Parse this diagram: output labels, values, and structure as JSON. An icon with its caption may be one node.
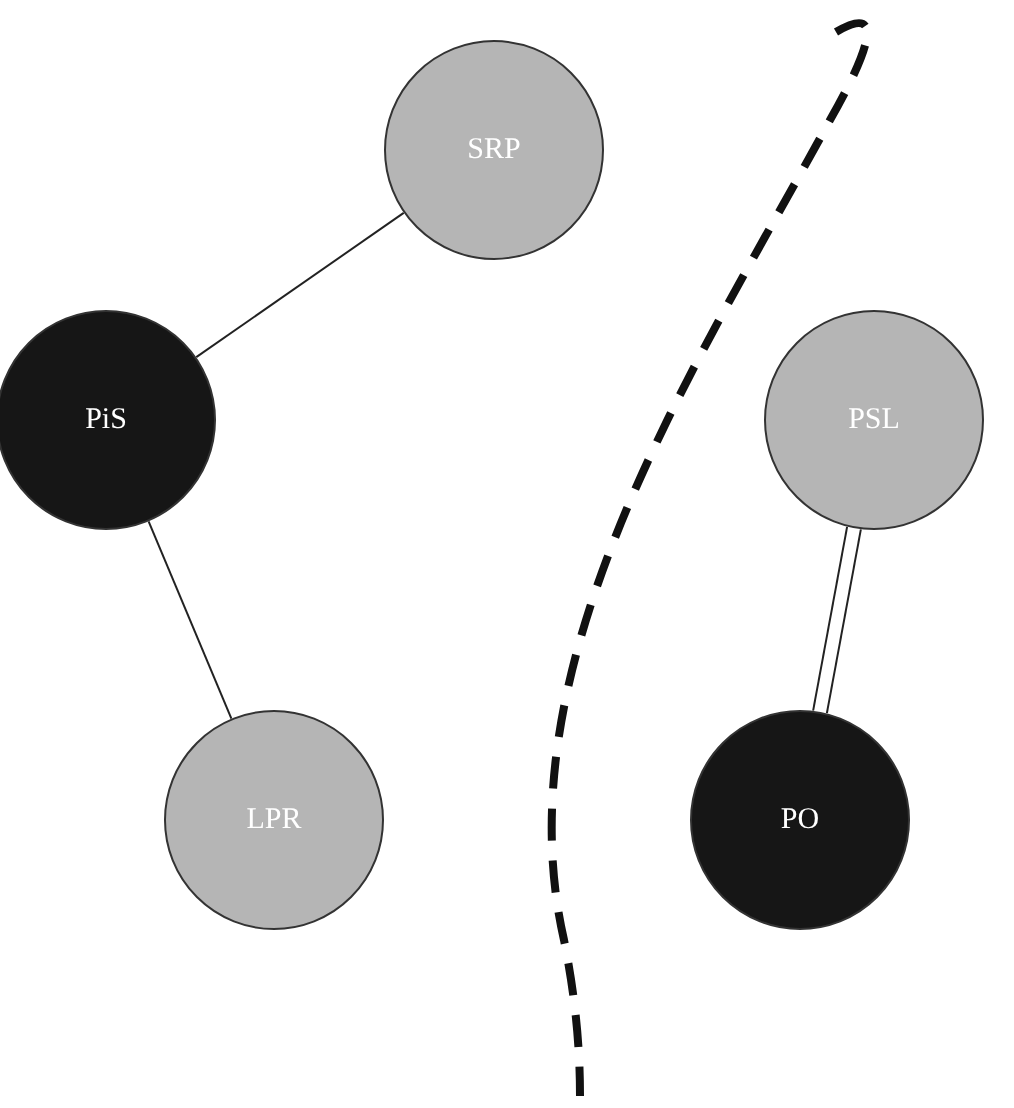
{
  "diagram": {
    "nodes": [
      {
        "text": [
          "SRP"
        ]
      },
      {
        "text": [
          "PiS"
        ]
      },
      {
        "text": [
          "LPR"
        ]
      },
      {
        "text": [
          "PSL"
        ]
      },
      {
        "text": [
          "PO"
        ]
      }
    ],
    "edges": [
      {
        "from": 0,
        "to": 1,
        "arrow": "none"
      },
      {
        "from": 1,
        "to": 2,
        "arrow": "none"
      },
      {
        "from": 3,
        "to": 4,
        "arrow": "none"
      },
      {
        "from": 3,
        "to": 4,
        "arrow": "none"
      }
    ]
  }
}
